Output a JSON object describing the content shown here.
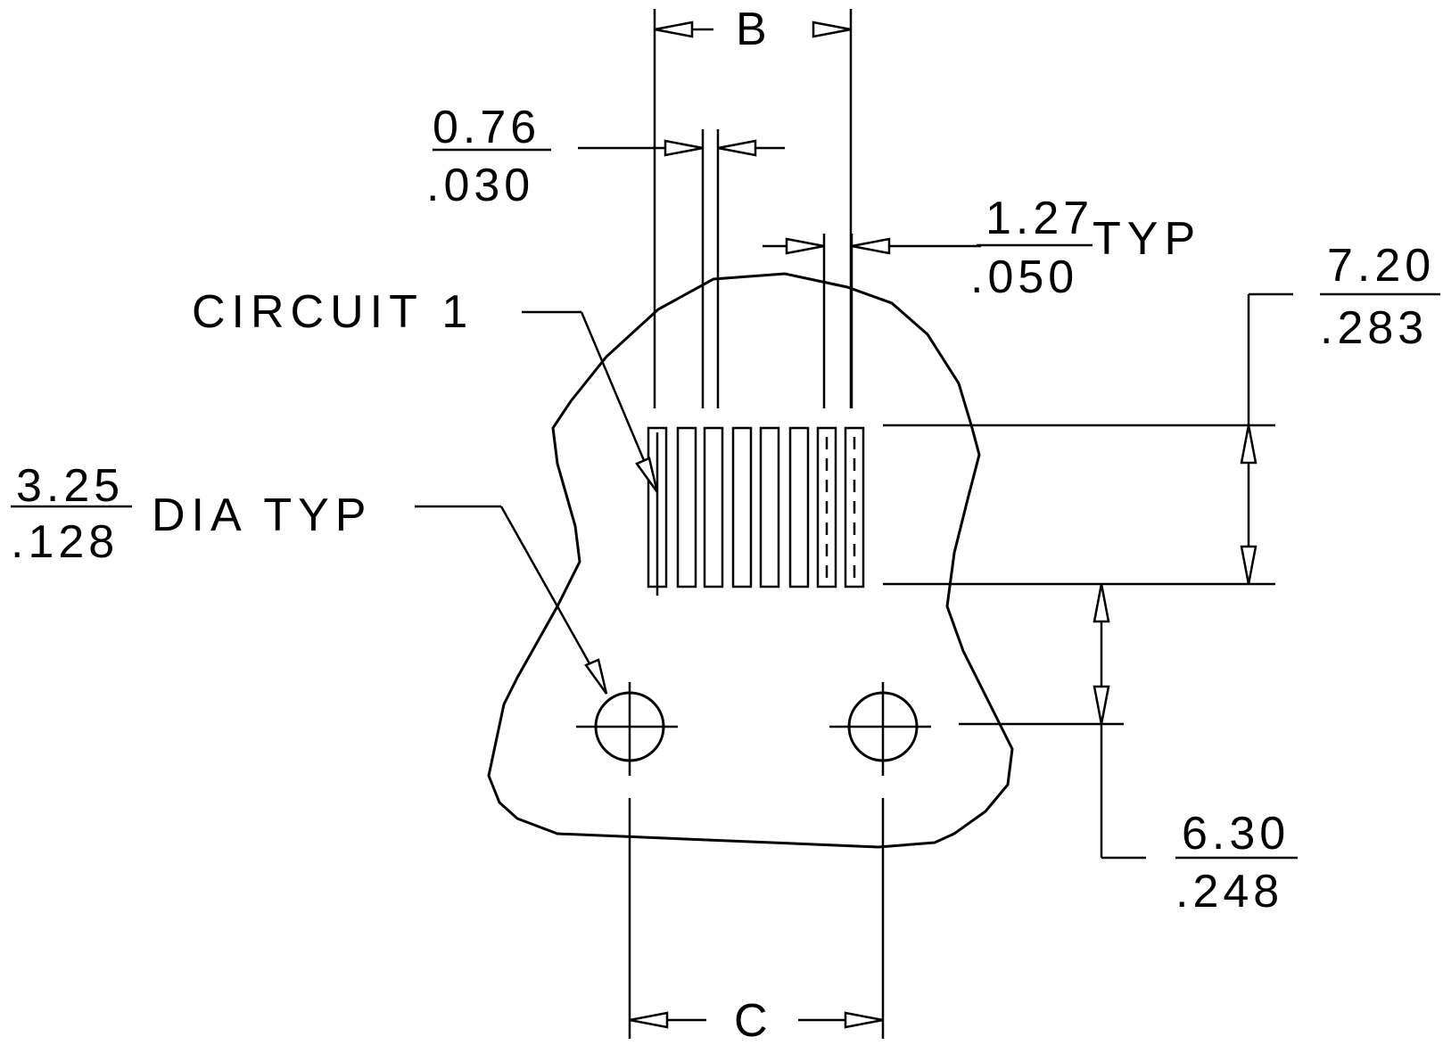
{
  "dimensions": {
    "pitch_group": {
      "label": "B"
    },
    "contact_width": {
      "metric": "0.76",
      "imperial": ".030"
    },
    "contact_pitch": {
      "metric": "1.27",
      "imperial": ".050",
      "suffix": "TYP"
    },
    "contact_length": {
      "metric": "7.20",
      "imperial": ".283"
    },
    "row_to_hole": {
      "metric": "6.30",
      "imperial": ".248"
    },
    "hole_diameter": {
      "metric": "3.25",
      "imperial": ".128",
      "suffix": "DIA TYP"
    },
    "hole_spacing": {
      "label": "C"
    }
  },
  "callouts": {
    "circuit_one": "CIRCUIT 1"
  },
  "contacts": {
    "count": 8
  },
  "mounting_holes": {
    "count": 2
  }
}
